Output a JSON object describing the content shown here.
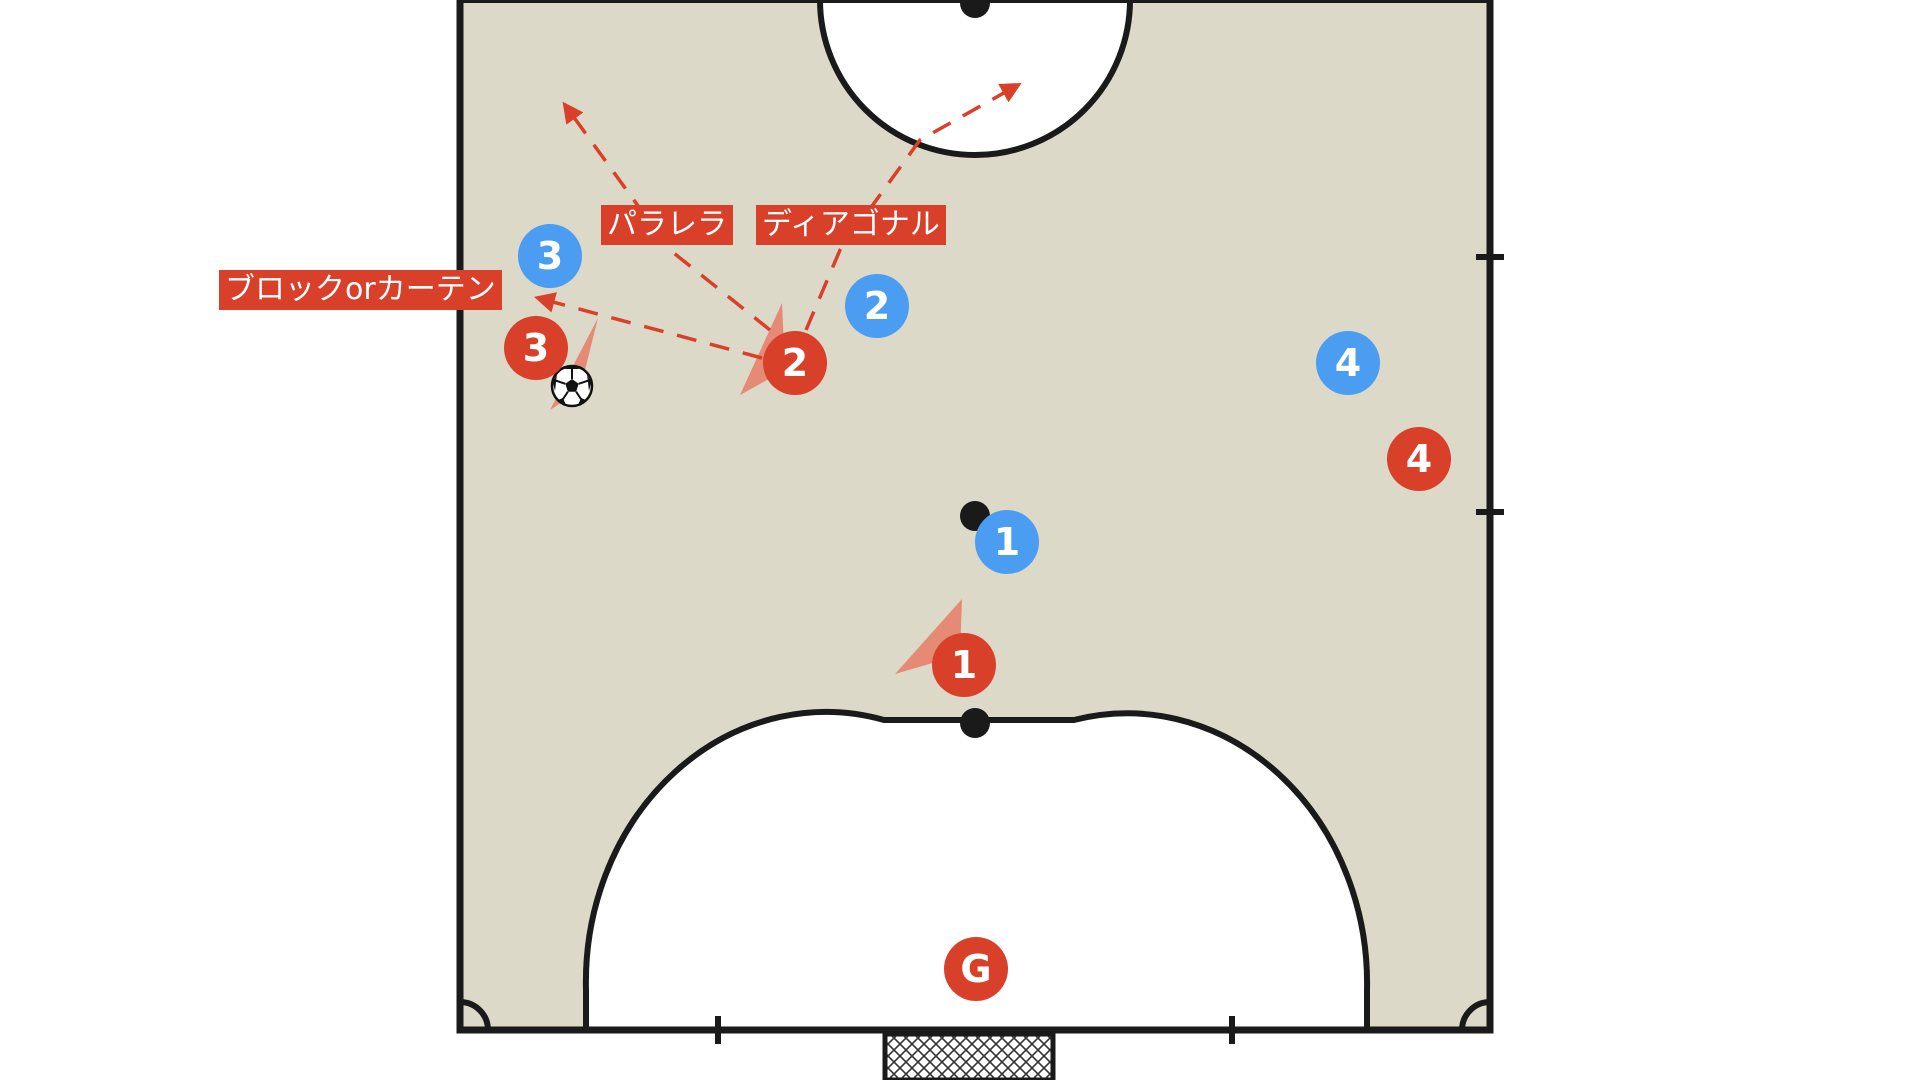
{
  "colors": {
    "court": "#dcd9c9",
    "line": "#1a1a1a",
    "attacker": "#d9402a",
    "defender": "#4a9df1",
    "arrow": "#d9402a",
    "shadow": "#e58a74"
  },
  "labels": {
    "parallel": "パラレラ",
    "diagonal": "ディアゴナル",
    "block": "ブロックorカーテン"
  },
  "attackers": {
    "p1": "1",
    "p2": "2",
    "p3": "3",
    "p4": "4",
    "goalkeeper": "G"
  },
  "defenders": {
    "d1": "1",
    "d2": "2",
    "d3": "3",
    "d4": "4"
  },
  "ball_icon": "soccer-ball-icon",
  "goal_icon": "goal-net-icon"
}
